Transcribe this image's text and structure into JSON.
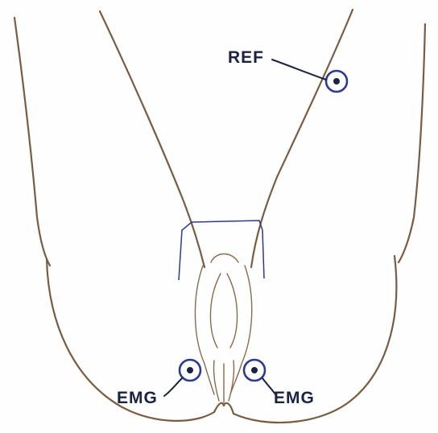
{
  "labels": {
    "ref": "REF",
    "emg_left": "EMG",
    "emg_right": "EMG"
  },
  "colors": {
    "outline": "#7a5c42",
    "electrode": "#2c3b8f",
    "electrode_center": "#1c2340",
    "label": "#1c2340"
  },
  "icons": {
    "electrode": "electrode-icon"
  }
}
